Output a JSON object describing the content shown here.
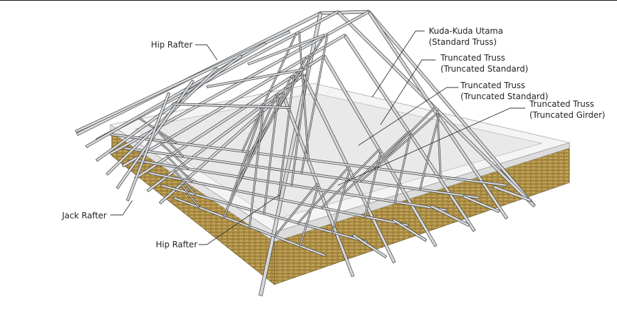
{
  "labels": {
    "hip_rafter_top": "Hip Rafter",
    "jack_rafter": "Jack Rafter",
    "hip_rafter_bottom": "Hip Rafter",
    "standard_truss": {
      "line1": "Kuda-Kuda Utama",
      "line2": "(Standard Truss)"
    },
    "truncated_standard_1": {
      "line1": "Truncated Truss",
      "line2": "(Truncated Standard)"
    },
    "truncated_standard_2": {
      "line1": "Truncated Truss",
      "line2": "(Truncated Standard)"
    },
    "truncated_girder": {
      "line1": "Truncated Truss",
      "line2": "(Truncated Girder)"
    }
  },
  "colors": {
    "brick_front": "#a8873e",
    "brick_side": "#b89a52",
    "ring_beam": "#f1f1f1",
    "slab": "#f7f7f7",
    "steel": "#d4d7da",
    "steel_edge": "#3a3a3a",
    "leader": "#333333"
  }
}
